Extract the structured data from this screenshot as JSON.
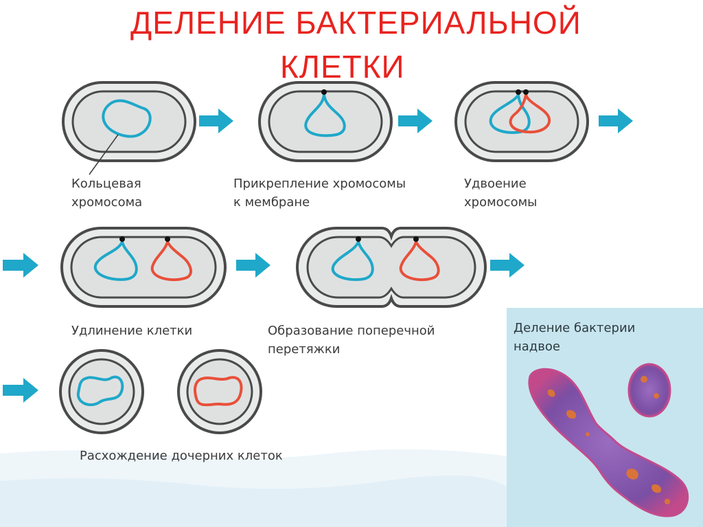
{
  "title": {
    "line1": "ДЕЛЕНИЕ БАКТЕРИАЛЬНОЙ",
    "line2": "КЛЕТКИ"
  },
  "stages": [
    {
      "line1": "Кольцевая",
      "line2": "хромосома"
    },
    {
      "line1": "Прикрепление хромосомы",
      "line2": "к мембране"
    },
    {
      "line1": "Удвоение",
      "line2": "хромосомы"
    },
    {
      "line1": "Удлинение клетки",
      "line2": ""
    },
    {
      "line1": "Образование поперечной",
      "line2": "перетяжки"
    },
    {
      "line1": "Расхождение дочерних клеток",
      "line2": ""
    }
  ],
  "photo": {
    "caption_line1": "Деление бактерии",
    "caption_line2": "надвое"
  },
  "colors": {
    "title": "#e8231f",
    "chromosome_parent": "#1fa8c9",
    "chromosome_copy": "#e8503a",
    "arrow": "#1fa8c9",
    "cell_fill": "#e9ebeb",
    "cell_outline": "#4a4a4a",
    "photo_background": "#c7e5ef",
    "bacterium": "#8a5bb0"
  }
}
